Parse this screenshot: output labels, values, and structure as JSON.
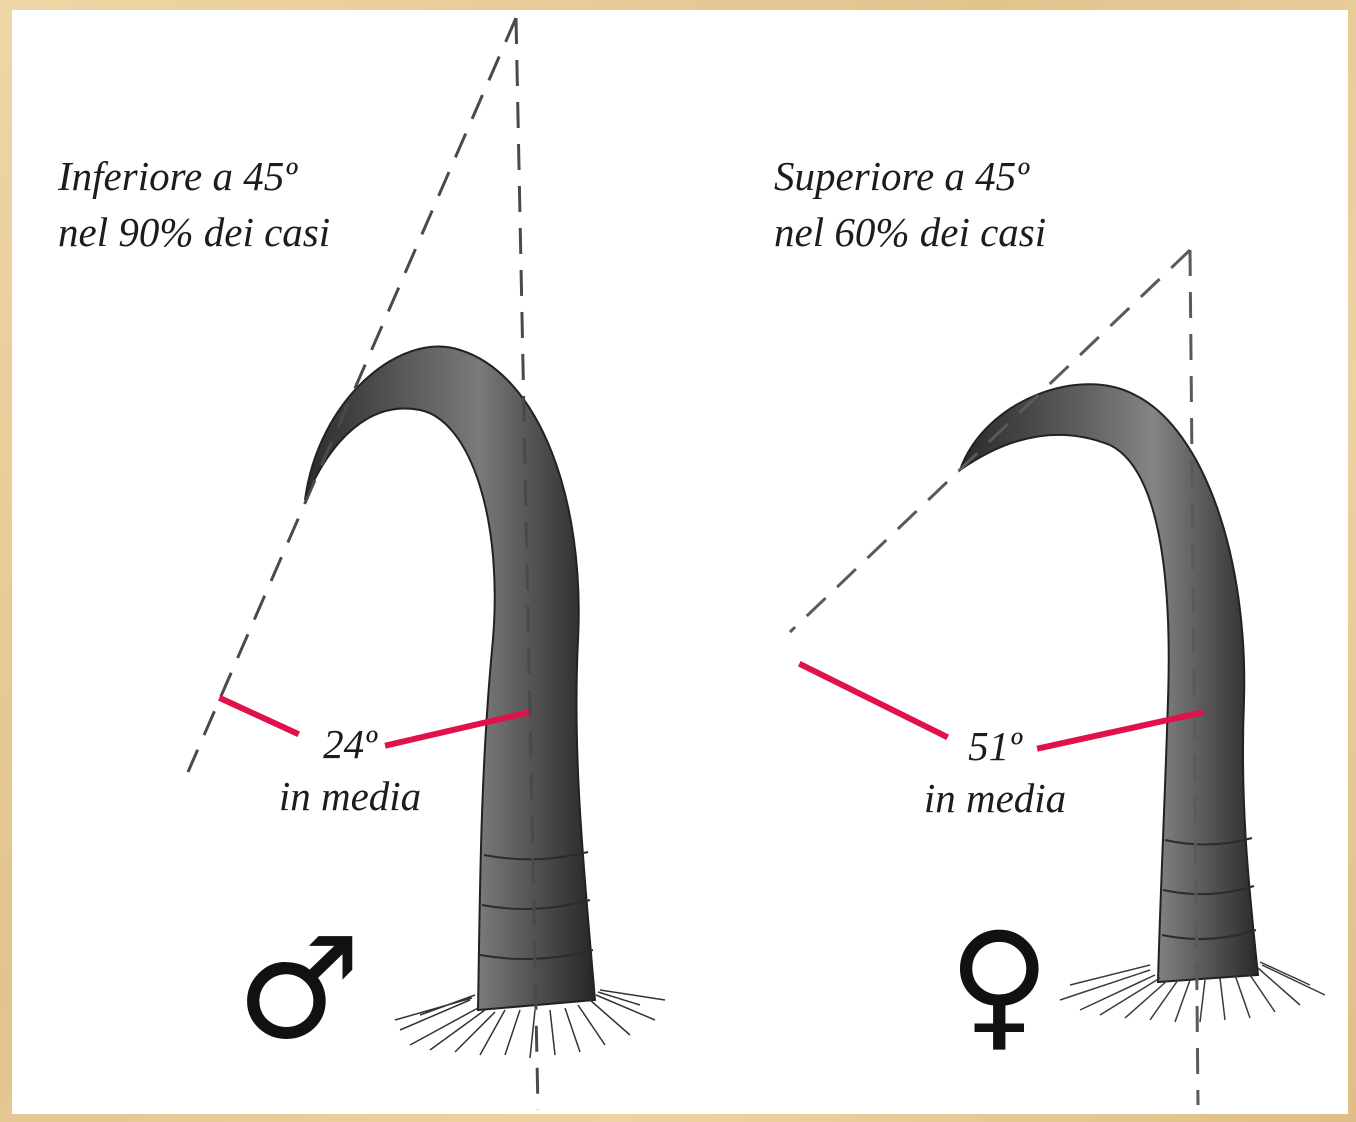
{
  "figure": {
    "left": {
      "caption_line1": "Inferiore a 45º",
      "caption_line2": "nel 90% dei casi",
      "angle": "24º",
      "angle_sub": "in media",
      "symbol": "♂",
      "symbol_name": "male-symbol"
    },
    "right": {
      "caption_line1": "Superiore a 45º",
      "caption_line2": "nel 60% dei casi",
      "angle": "51º",
      "angle_sub": "in media",
      "symbol": "♀",
      "symbol_name": "female-symbol"
    },
    "colors": {
      "frame": "#e6c892",
      "panel": "#ffffff",
      "angle_line": "#e0114b",
      "guide_line": "#4a4a4a",
      "horn": "#3a3a3a"
    }
  }
}
